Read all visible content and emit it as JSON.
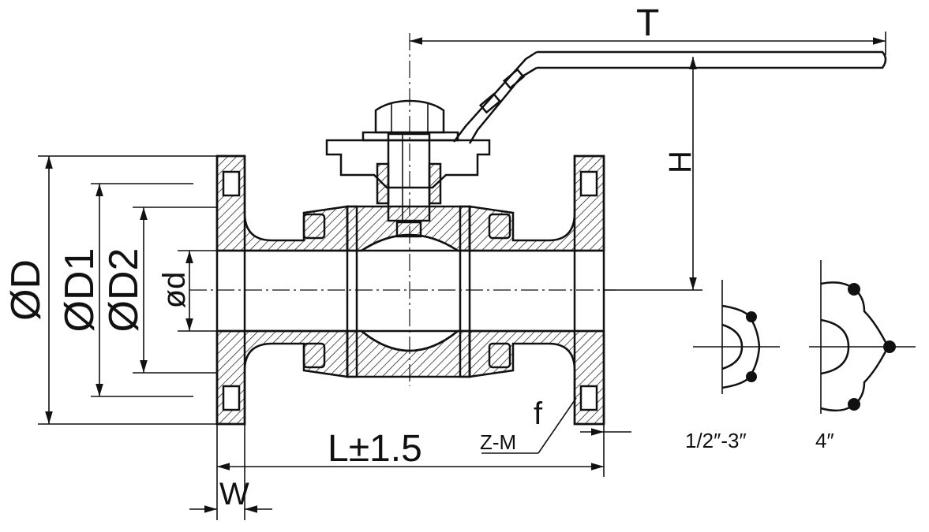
{
  "dimensions": {
    "T": "T",
    "H": "H",
    "OD": "ØD",
    "OD1": "ØD1",
    "OD2": "ØD2",
    "od": "ød",
    "L": "L±1.5",
    "W": "W",
    "f": "f",
    "ZM": "Z-M"
  },
  "flange_views": {
    "small_label": "1/2″-3″",
    "large_label": "4″"
  }
}
